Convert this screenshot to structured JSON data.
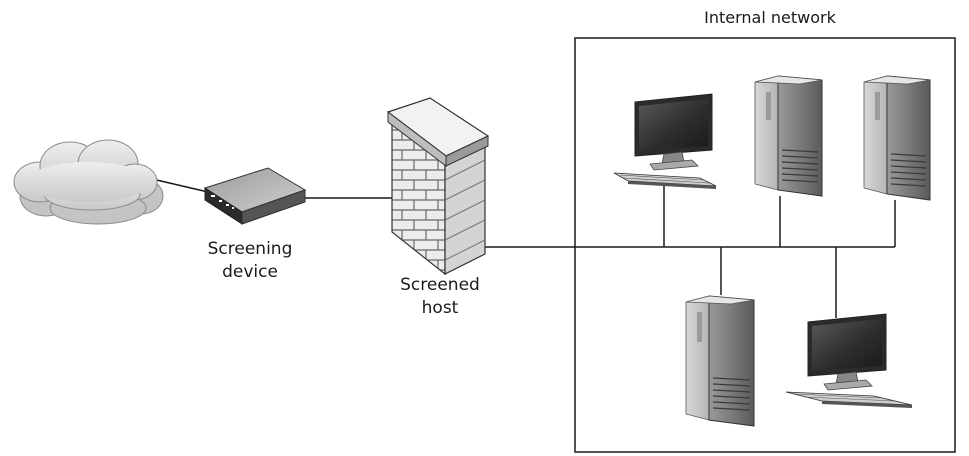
{
  "network_title": "Internal network",
  "screening_device": {
    "line1": "Screening",
    "line2": "device"
  },
  "screened_host": {
    "line1": "Screened",
    "line2": "host"
  },
  "colors": {
    "line": "#1a1a1a",
    "cloud": "#d9d9d9",
    "screen": "#3a3a3a",
    "tower": "#8c8c8c",
    "brick": "#e6e6e6"
  },
  "icons": [
    "cloud-icon",
    "router-icon",
    "firewall-icon",
    "monitor-icon",
    "keyboard-icon",
    "server-tower-icon"
  ]
}
